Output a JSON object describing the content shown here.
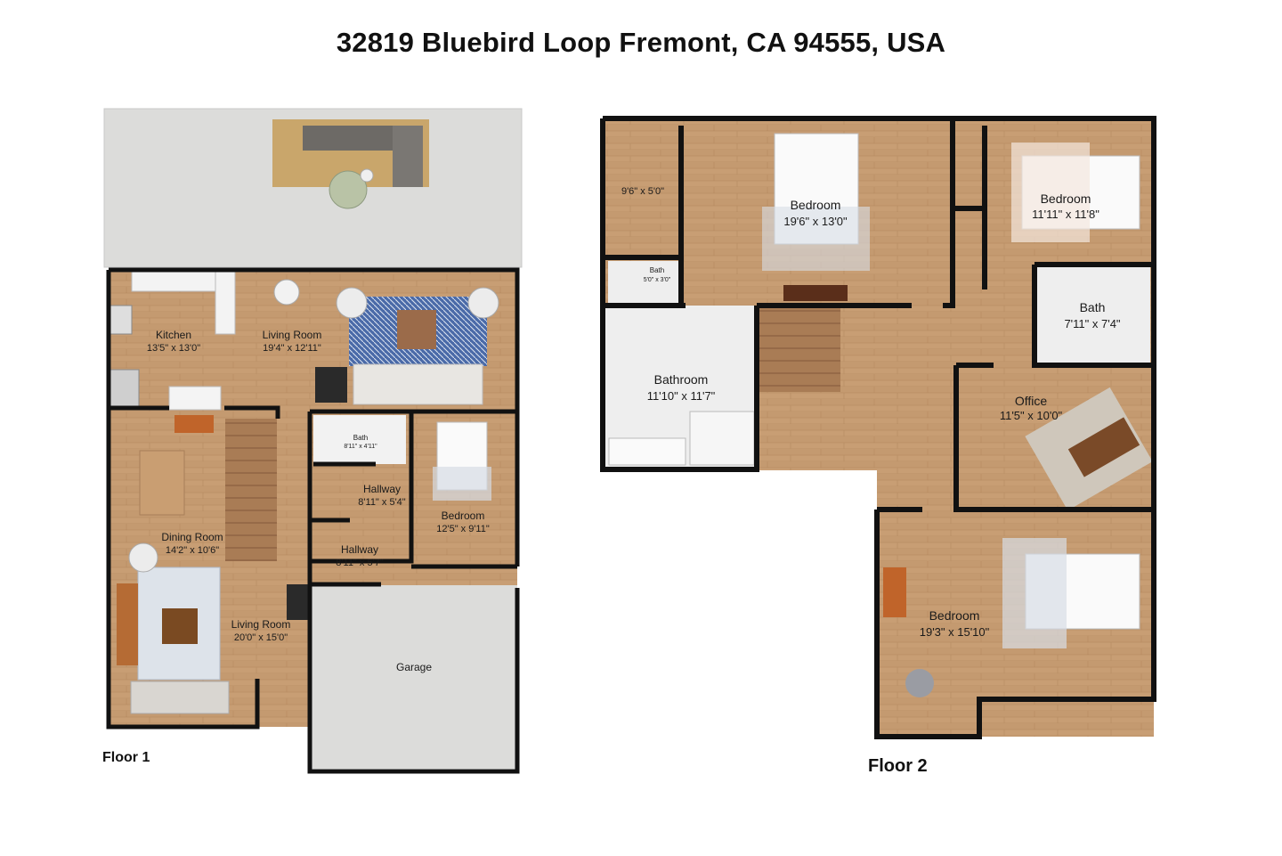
{
  "title": "32819 Bluebird Loop Fremont, CA 94555, USA",
  "floor1": {
    "label": "Floor 1",
    "rooms": {
      "kitchen": {
        "name": "Kitchen",
        "dims": "13'5\" x 13'0\""
      },
      "living_room_top": {
        "name": "Living Room",
        "dims": "19'4\" x 12'11\""
      },
      "bath": {
        "name": "Bath",
        "dims": "8'11\" x 4'11\""
      },
      "bedroom": {
        "name": "Bedroom",
        "dims": "12'5\" x 9'11\""
      },
      "hallway_upper": {
        "name": "Hallway",
        "dims": "8'11\" x 5'4\""
      },
      "hallway_lower": {
        "name": "Hallway",
        "dims": "8'11\" x 5'7\""
      },
      "dining_room": {
        "name": "Dining Room",
        "dims": "14'2\" x 10'6\""
      },
      "living_room_bottom": {
        "name": "Living Room",
        "dims": "20'0\" x 15'0\""
      },
      "garage": {
        "name": "Garage"
      }
    }
  },
  "floor2": {
    "label": "Floor 2",
    "rooms": {
      "closet": {
        "dims": "9'6\" x 5'0\""
      },
      "bedroom_main": {
        "name": "Bedroom",
        "dims": "19'6\" x 13'0\""
      },
      "bedroom_right": {
        "name": "Bedroom",
        "dims": "11'11\" x 11'8\""
      },
      "bath_small": {
        "name": "Bath",
        "dims": "5'0\" x 3'0\""
      },
      "bath_right": {
        "name": "Bath",
        "dims": "7'11\" x 7'4\""
      },
      "bathroom": {
        "name": "Bathroom",
        "dims": "11'10\" x 11'7\""
      },
      "office": {
        "name": "Office",
        "dims": "11'5\" x 10'0\""
      },
      "bedroom_bottom": {
        "name": "Bedroom",
        "dims": "19'3\" x 15'10\""
      }
    }
  },
  "colors": {
    "wall": "#111111",
    "wood": "#c89e74",
    "concrete": "#dcdcda",
    "marble": "#eeeeee",
    "rug_blue": "#3f5f9a"
  }
}
